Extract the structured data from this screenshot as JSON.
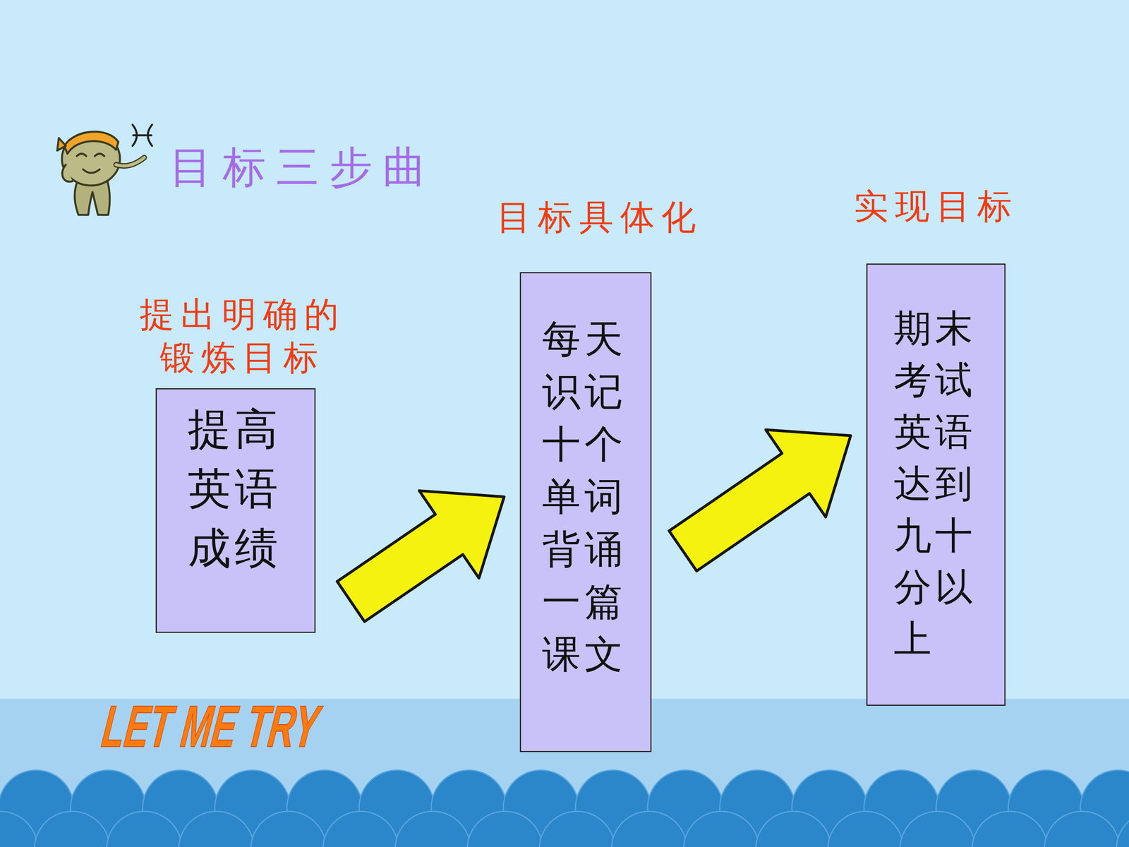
{
  "diagram": {
    "title": "目标三步曲",
    "nodes": [
      {
        "text": [
          "提出明确的锻炼目标",
          "提高英语成绩"
        ]
      },
      {
        "text": [
          "目标具体化",
          "每天识记十个单词背诵一篇课文"
        ]
      },
      {
        "text": [
          "实现目标",
          "期末考试英语达到九十分以上"
        ]
      }
    ],
    "edges": [
      {
        "from": 0,
        "to": 1,
        "arrow": "to"
      },
      {
        "from": 1,
        "to": 2,
        "arrow": "to"
      }
    ],
    "labels": [
      "LET ME TRY"
    ]
  }
}
